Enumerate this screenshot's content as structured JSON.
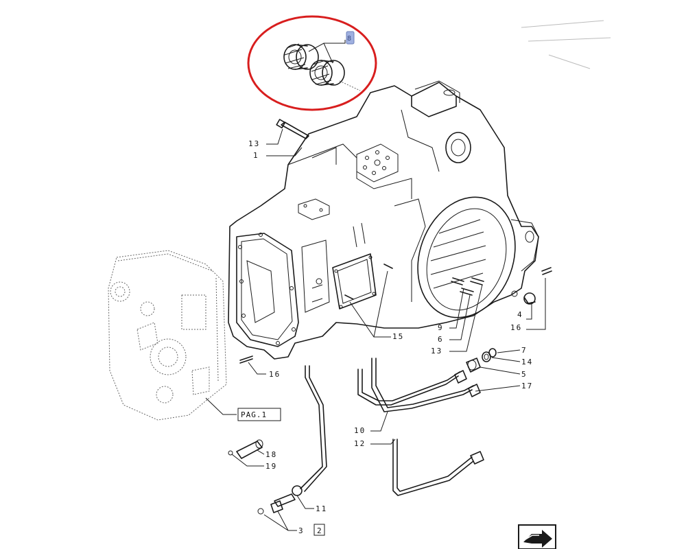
{
  "callouts": {
    "c8": "8",
    "c13a": "13",
    "c1": "1",
    "c4": "4",
    "c16a": "16",
    "c9": "9",
    "c6": "6",
    "c13b": "13",
    "c15": "15",
    "c7": "7",
    "c14": "14",
    "c5": "5",
    "c17": "17",
    "c16b": "16",
    "c10": "10",
    "c12": "12",
    "c18": "18",
    "c19": "19",
    "c11": "11",
    "c3": "3",
    "c2": "2"
  },
  "page_ref": "PAG.1",
  "highlight": {
    "shape": "ellipse",
    "color": "#d81e1e"
  },
  "badge": {
    "color": "#9fb0e0"
  }
}
